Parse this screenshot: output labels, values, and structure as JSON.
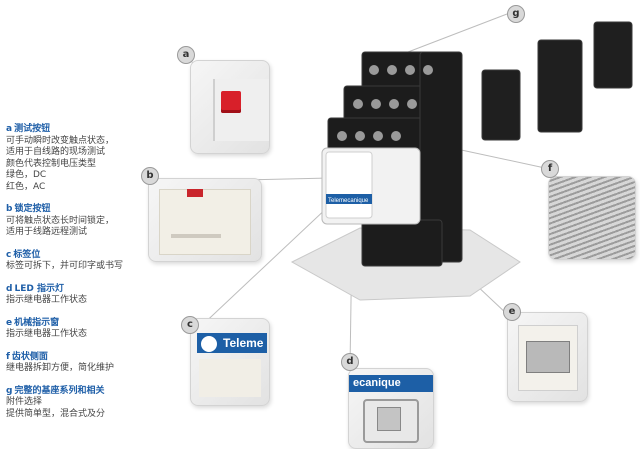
{
  "callout_letters": [
    "a",
    "b",
    "c",
    "d",
    "e",
    "f",
    "g"
  ],
  "legend": [
    {
      "letter": "a",
      "title": "测试按钮",
      "lines": [
        "可手动瞬时改变触点状态，",
        "适用于自线路的现场测试",
        "颜色代表控制电压类型",
        "绿色，DC",
        "红色，AC"
      ]
    },
    {
      "letter": "b",
      "title": "锁定按钮",
      "lines": [
        "可将触点状态长时间锁定，",
        "适用于线路远程测试"
      ]
    },
    {
      "letter": "c",
      "title": "标签位",
      "lines": [
        "标签可拆下，并可印字或书写"
      ]
    },
    {
      "letter": "d",
      "title": "LED 指示灯",
      "lines": [
        "指示继电器工作状态"
      ]
    },
    {
      "letter": "e",
      "title": "机械指示窗",
      "lines": [
        "指示继电器工作状态"
      ]
    },
    {
      "letter": "f",
      "title": "齿状侧面",
      "lines": [
        "继电器拆卸方便，简化维护"
      ]
    },
    {
      "letter": "g",
      "title": "完整的基座系列和相关",
      "lines": [
        "附件选择",
        "提供简单型，混合式及分"
      ]
    }
  ],
  "product_labels": {
    "relay_brand": "Telemecanique",
    "label_c": "Teleme",
    "label_d": "ecanique"
  }
}
